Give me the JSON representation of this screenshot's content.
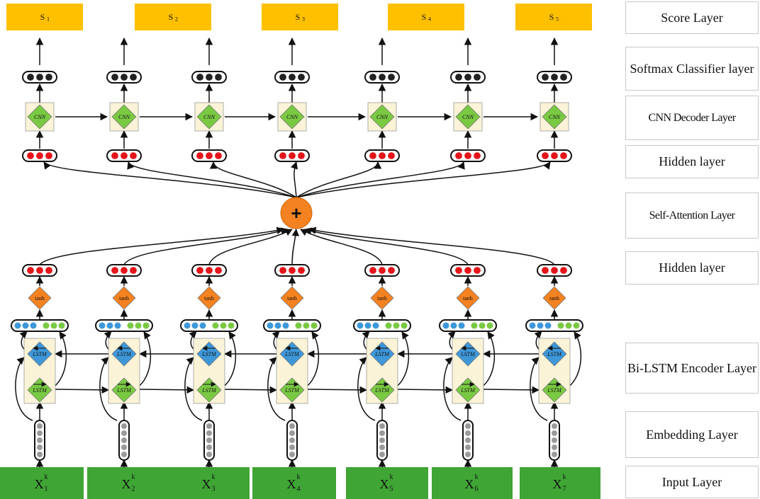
{
  "layers": {
    "score": "Score Layer",
    "softmax": "Softmax Classifier layer",
    "cnn_decoder": "CNN Decoder Layer",
    "hidden_top": "Hidden layer",
    "attention": "Self-Attention Layer",
    "hidden_bottom": "Hidden layer",
    "bilstm": "Bi-LSTM Encoder Layer",
    "embedding": "Embedding Layer",
    "input": "Input Layer"
  },
  "scores": [
    "S1",
    "S2",
    "S3",
    "S4",
    "S5"
  ],
  "inputs": [
    {
      "base": "X",
      "sub": "1",
      "sup": "k"
    },
    {
      "base": "X",
      "sub": "2",
      "sup": "k"
    },
    {
      "base": "X",
      "sub": "3",
      "sup": "k"
    },
    {
      "base": "X",
      "sub": "4",
      "sup": "k"
    },
    {
      "base": "X",
      "sub": "5",
      "sup": "k"
    },
    {
      "base": "X",
      "sub": "6",
      "sup": "k"
    },
    {
      "base": "X",
      "sub": "7",
      "sup": "k"
    }
  ],
  "node_labels": {
    "cnn": "CNN",
    "lstm": "LSTM",
    "tanh": "tanh",
    "plus": "+"
  },
  "colors": {
    "score_fill": "#FFC000",
    "input_fill": "#3FA535",
    "cnn_diamond": "#7AC943",
    "lstm_forward": "#7AC943",
    "lstm_backward": "#3E97D8",
    "tanh_diamond": "#F58220",
    "attention_fill": "#F58220",
    "hidden_dot": "#E3151A",
    "softmax_dot": "#222222",
    "embed_dot": "#9A9A9A",
    "box_fill": "#FBF3D7"
  }
}
